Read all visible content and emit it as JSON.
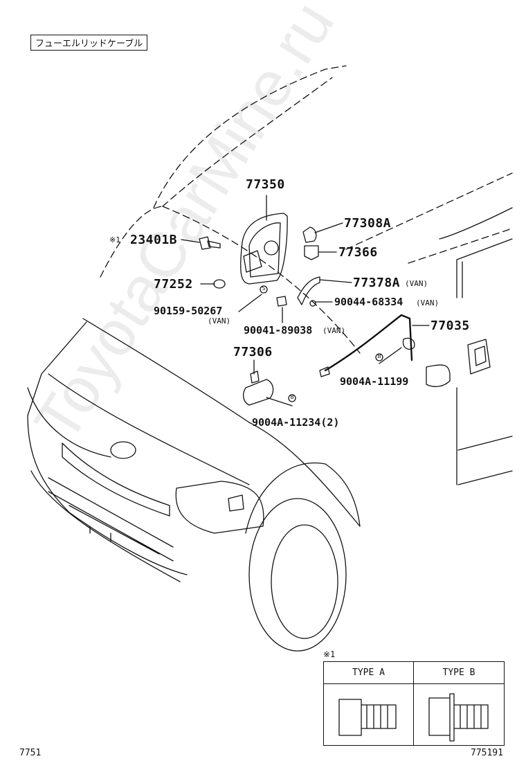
{
  "title": "フューエルリッドケーブル",
  "watermark": "ToyotaCarMine.ru",
  "parts": {
    "p77350": "77350",
    "p77308A": "77308A",
    "p23401B": "23401B",
    "p77366": "77366",
    "p77252": "77252",
    "p77378A": "77378A",
    "p77378A_note": "(VAN)",
    "p90044": "90044-68334",
    "p90044_note": "(VAN)",
    "p90159": "90159-50267",
    "p90159_note": "(VAN)",
    "p90041": "90041-89038",
    "p90041_note": "(VAN)",
    "p77035": "77035",
    "p77306": "77306",
    "p9004A_11199": "9004A-11199",
    "p9004A_11234": "9004A-11234(2)"
  },
  "note_mark": "※1",
  "table_mark": "※1",
  "circle_s": "S",
  "circle_b": "B",
  "type_table": {
    "col_a": "TYPE A",
    "col_b": "TYPE B"
  },
  "footer": {
    "left_code": "7751",
    "right_code": "775191"
  }
}
